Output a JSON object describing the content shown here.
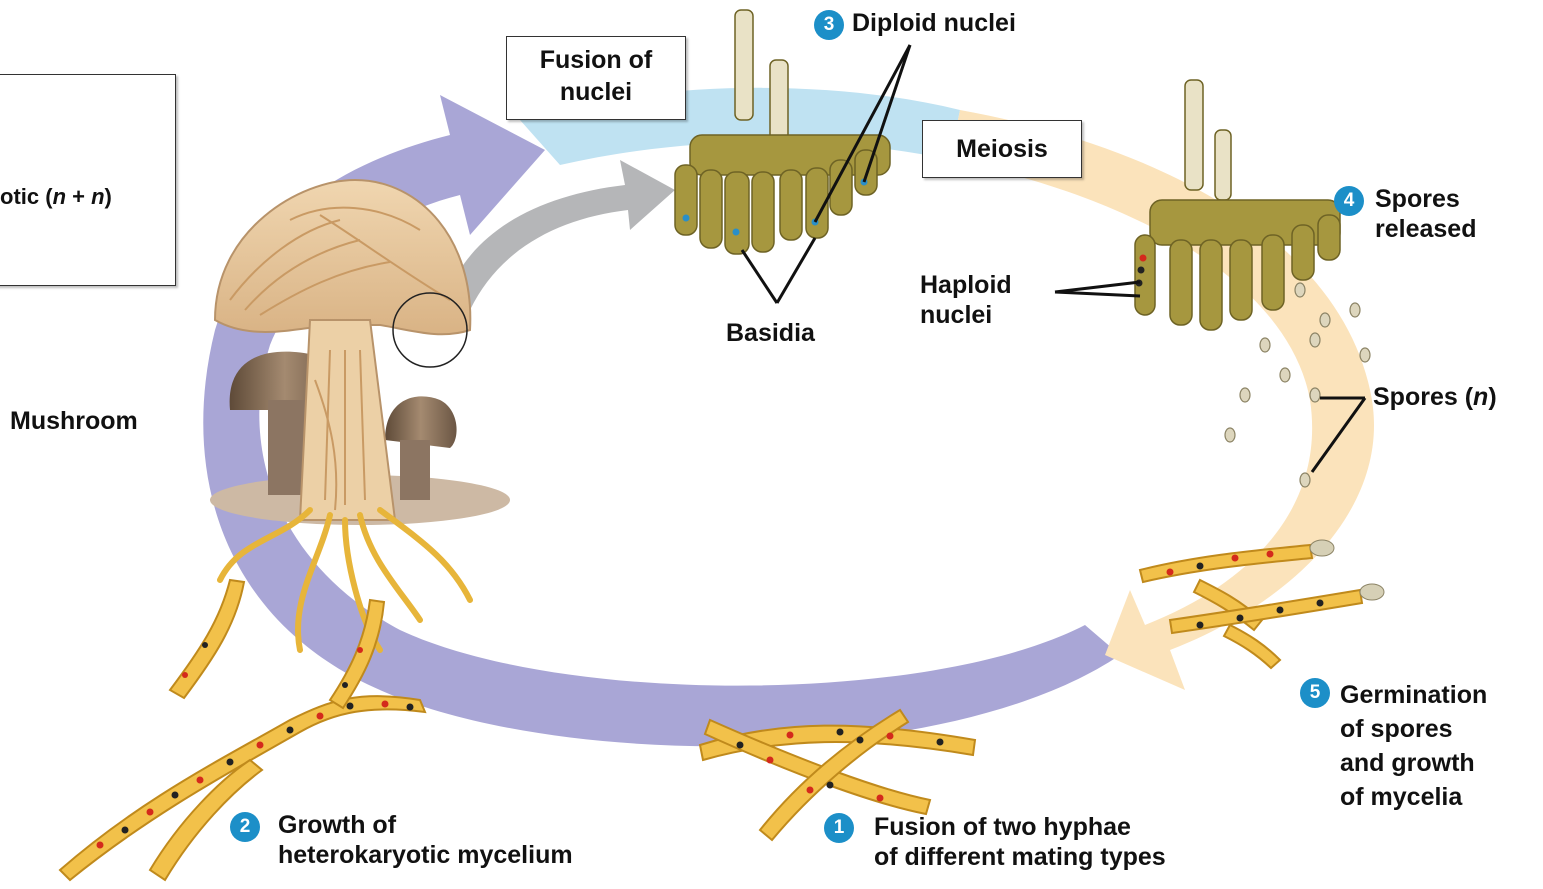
{
  "legend": {
    "partial_text": "otic (",
    "n1": "n",
    "plus": " + ",
    "n2": "n",
    "close": ")"
  },
  "labels": {
    "fusion_of_nuclei": "Fusion of\nnuclei",
    "meiosis": "Meiosis",
    "diploid_nuclei": "Diploid nuclei",
    "basidia": "Basidia",
    "haploid_nuclei": "Haploid\nnuclei",
    "spores_released": "Spores\nreleased",
    "spores_n_prefix": "Spores (",
    "spores_n_var": "n",
    "spores_n_suffix": ")",
    "mushroom": "Mushroom",
    "germination": "Germination\nof spores\nand growth\nof mycelia",
    "fusion_hyphae": "Fusion of two hyphae\nof different mating types",
    "growth_mycelium": "Growth of\nheterokaryotic mycelium"
  },
  "steps": {
    "s1": "1",
    "s2": "2",
    "s3": "3",
    "s4": "4",
    "s5": "5"
  },
  "colors": {
    "dikaryotic_arrow": "#a9a6d6",
    "diploid_arrow": "#bfe2f2",
    "haploid_arrow": "#fbe3bb",
    "hyphae_fill": "#f2c14a",
    "hyphae_stroke": "#c08a1c",
    "basidium_fill": "#a6973f",
    "mushroom_gill": "#e8c9a0",
    "step_badge": "#1c8fc8",
    "nucleus_red": "#d42a1c",
    "nucleus_black": "#222222",
    "nucleus_blue": "#2a8fc8"
  }
}
